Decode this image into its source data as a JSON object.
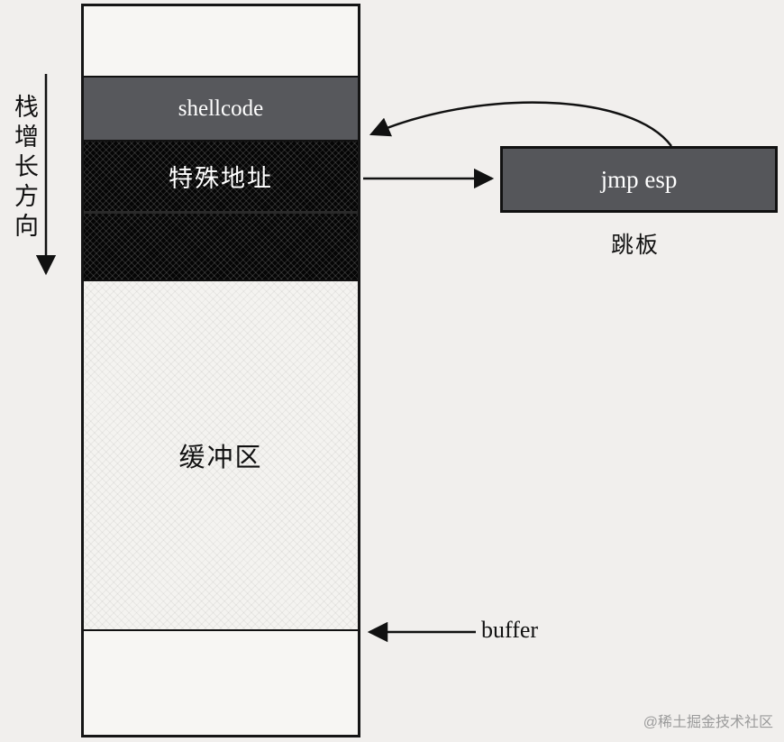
{
  "diagram": {
    "growth_label": "栈增长方向",
    "stack": {
      "shellcode_label": "shellcode",
      "special_address_label": "特殊地址",
      "buffer_zone_label": "缓冲区"
    },
    "trampoline": {
      "box_label": "jmp esp",
      "caption": "跳板"
    },
    "buffer_pointer_label": "buffer",
    "watermark": "@稀土掘金技术社区",
    "colors": {
      "canvas_bg": "#f1efed",
      "shellcode_bg": "#57585c",
      "hatched_bg": "#050505",
      "buffer_bg": "#f4f3f0",
      "jmp_box_bg": "#55565a",
      "border": "#151515",
      "watermark_text": "#9b9b9b"
    }
  }
}
